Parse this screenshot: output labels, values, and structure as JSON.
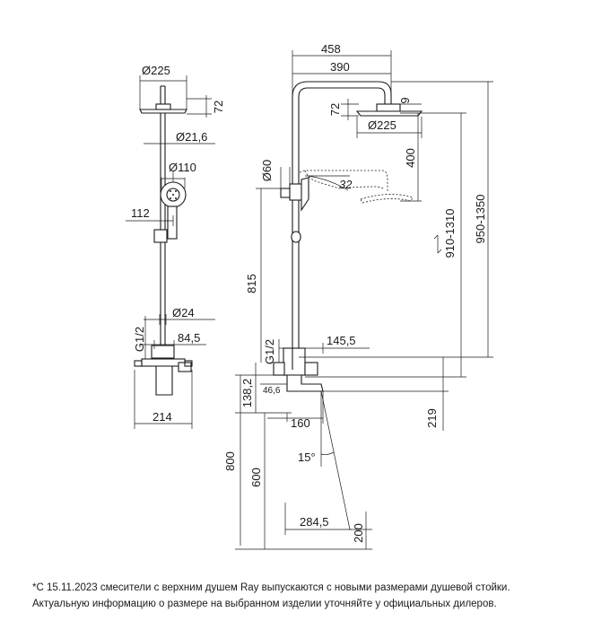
{
  "dims": {
    "head_diameter": "Ø225",
    "head_height": "72",
    "rod_diameter": "Ø21,6",
    "hand_diameter": "Ø110",
    "hand_offset": "112",
    "pipe_diameter": "Ø24",
    "thread_left": "G1/2",
    "mixer_depth": "84,5",
    "mixer_width": "214",
    "overall_width": "458",
    "arm_length": "390",
    "head_gap": "9",
    "head_height_side": "72",
    "head_diameter_side": "Ø225",
    "head_drop": "400",
    "holder_diameter": "Ø60",
    "tilt_angle": "32",
    "height_adjust": "910-1310",
    "height_total": "950-1350",
    "holder_height": "815",
    "thread_side": "G1/2",
    "spout_reach": "145,5",
    "mixer_height": "138,2",
    "inlet_offset": "46,6",
    "spout_length": "160",
    "spout_gap": "219",
    "spout_angle": "15°",
    "mount_height": "800",
    "spout_height": "600",
    "floor_reach": "284,5",
    "floor_gap": "200"
  },
  "note": {
    "line1": "*С 15.11.2023 смесители с верхним душем Ray выпускаются с новыми размерами душевой стойки.",
    "line2": "Актуальную информацию о размере на выбранном изделии уточняйте у официальных дилеров."
  }
}
